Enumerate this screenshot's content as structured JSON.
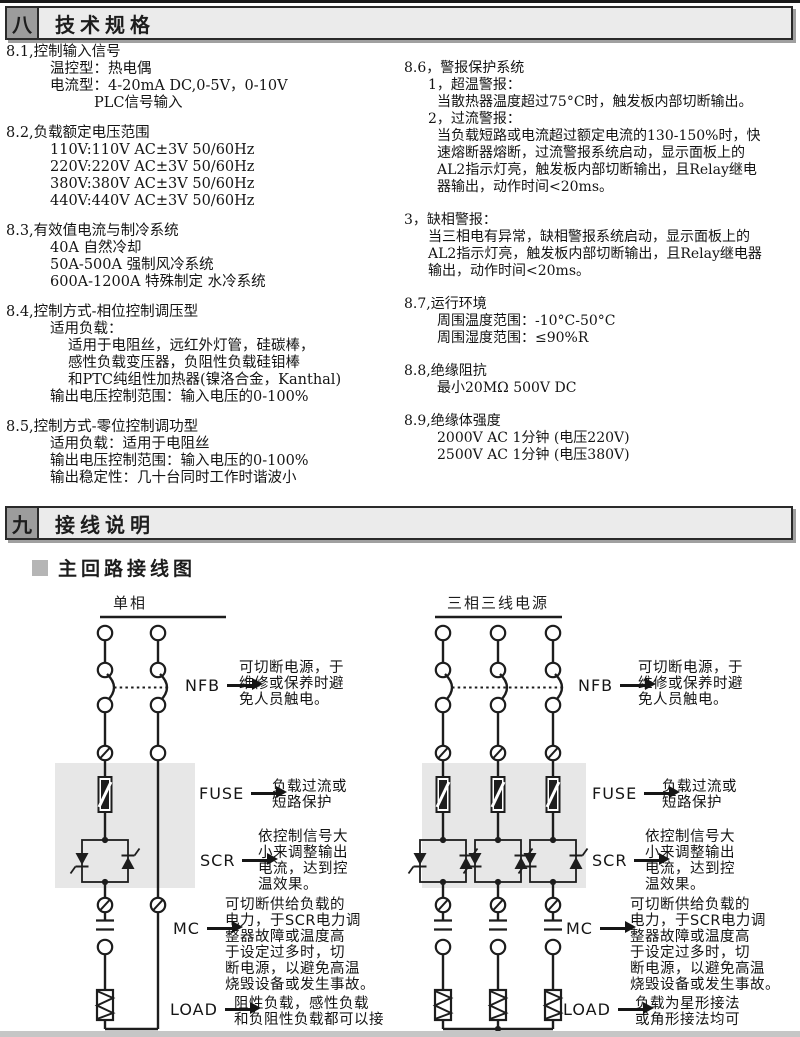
{
  "colors": {
    "ink": "#1d1d1d",
    "header_bg": "#ebebeb",
    "header_num_bg": "#9c9c9c",
    "scr_box_fill": "#e7e7e7",
    "bottom_bar": "#c6c6c6"
  },
  "sections": {
    "spec": {
      "num": "八",
      "title": "技术规格"
    },
    "wiring": {
      "num": "九",
      "title": "接线说明"
    }
  },
  "wiring": {
    "subtitle": "主回路接线图"
  },
  "spec_left": [
    {
      "h": "8.1,控制输入信号",
      "lines": [
        [
          1,
          "温控型：热电偶"
        ],
        [
          1,
          "电流型：4-20mA DC,0-5V，0-10V"
        ],
        [
          3,
          "PLC信号输入"
        ]
      ]
    },
    {
      "h": "8.2,负载额定电压范围",
      "lines": [
        [
          1,
          "110V:110V AC±3V 50/60Hz"
        ],
        [
          1,
          "220V:220V AC±3V 50/60Hz"
        ],
        [
          1,
          "380V:380V AC±3V 50/60Hz"
        ],
        [
          1,
          "440V:440V AC±3V 50/60Hz"
        ]
      ]
    },
    {
      "h": "8.3,有效值电流与制冷系统",
      "lines": [
        [
          1,
          "40A 自然冷却"
        ],
        [
          1,
          "50A-500A 强制风冷系统"
        ],
        [
          1,
          "600A-1200A 特殊制定 水冷系统"
        ]
      ]
    },
    {
      "h": "8.4,控制方式-相位控制调压型",
      "lines": [
        [
          1,
          "适用负载："
        ],
        [
          2,
          "适用于电阻丝，远红外灯管，硅碳棒，"
        ],
        [
          2,
          "感性负载变压器，负阻性负载硅钼棒"
        ],
        [
          2,
          "和PTC纯组性加热器(镍洛合金，Kanthal)"
        ],
        [
          1,
          "输出电压控制范围：输入电压的0-100%"
        ]
      ]
    },
    {
      "h": "8.5,控制方式-零位控制调功型",
      "lines": [
        [
          1,
          "适用负载：适用于电阻丝"
        ],
        [
          1,
          "输出电压控制范围：输入电压的0-100%"
        ],
        [
          1,
          "输出稳定性：几十台同时工作时谐波小"
        ]
      ]
    }
  ],
  "spec_right": [
    {
      "h": "8.6，警报保护系统",
      "lines": [
        [
          1,
          "1，超温警报："
        ],
        [
          2,
          "当散热器温度超过75°C时，触发板内部切断输出。"
        ],
        [
          1,
          "2，过流警报："
        ],
        [
          2,
          "当负载短路或电流超过额定电流的130-150%时，快"
        ],
        [
          2,
          "速熔断器熔断，过流警报系统启动，显示面板上的"
        ],
        [
          2,
          "AL2指示灯亮，触发板内部切断输出，且Relay继电"
        ],
        [
          2,
          "器输出，动作时间<20ms。"
        ]
      ]
    },
    {
      "h": "3，缺相警报：",
      "lines": [
        [
          1,
          "当三相电有异常，缺相警报系统启动，显示面板上的"
        ],
        [
          1,
          "AL2指示灯亮，触发板内部切断输出，且Relay继电器"
        ],
        [
          1,
          "输出，动作时间<20ms。"
        ]
      ]
    },
    {
      "h": "8.7,运行环境",
      "lines": [
        [
          2,
          "周围温度范围：-10°C-50°C"
        ],
        [
          2,
          "周围湿度范围：≤90%R"
        ]
      ]
    },
    {
      "h": "8.8,绝缘阻抗",
      "lines": [
        [
          2,
          "最小20MΩ 500V DC"
        ]
      ]
    },
    {
      "h": "8.9,绝缘体强度",
      "lines": [
        [
          2,
          "2000V AC 1分钟 (电压220V)"
        ],
        [
          2,
          "2500V AC 1分钟 (电压380V)"
        ]
      ]
    }
  ],
  "diagrams": {
    "single": {
      "title": "单相",
      "load_note": "阻性负载，感性负载\n和负阻性负载都可以接"
    },
    "three": {
      "title": "三相三线电源",
      "load_note": "负载为星形接法\n或角形接法均可"
    },
    "labels": {
      "nfb": "NFB",
      "fuse": "FUSE",
      "scr": "SCR",
      "mc": "MC",
      "load": "LOAD"
    },
    "notes": {
      "nfb": "可切断电源，于\n维修或保养时避\n免人员触电。",
      "fuse": "负载过流或\n短路保护",
      "scr": "依控制信号大\n小来调整输出\n电流，达到控\n温效果。",
      "mc": "可切断供给负载的\n电力，于SCR电力调\n整器故障或温度高\n于设定过多时，切\n断电源，以避免高温\n烧毁设备或发生事故。"
    }
  }
}
